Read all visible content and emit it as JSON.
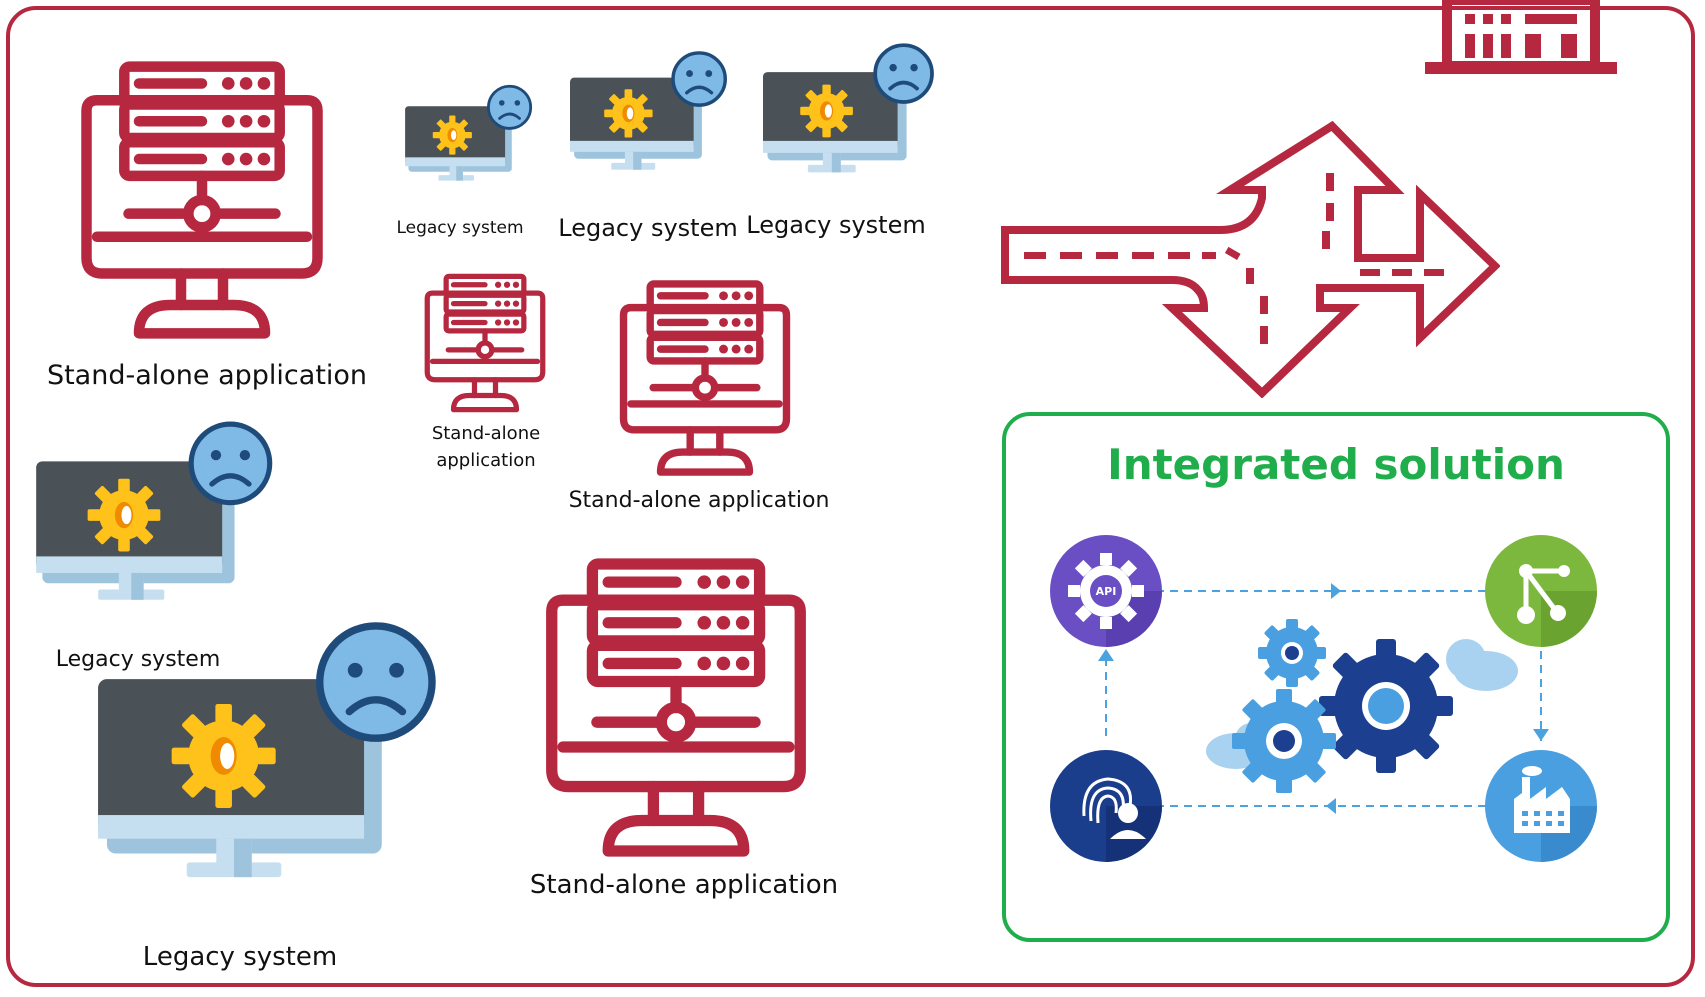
{
  "colors": {
    "brand_red": "#b5283f",
    "integrated_green": "#1fae4b",
    "face_blue": "#7fb9e6",
    "monitor_dark": "#4a5157",
    "gear_yellow": "#ffc21a",
    "gear_orange": "#f08a00",
    "stand_light": "#c6dff0"
  },
  "labels": {
    "standalone_1": "Stand-alone application",
    "standalone_2": "Stand-alone application",
    "standalone_3": "Stand-alone application",
    "standalone_small": "Stand-alone application",
    "legacy_1": "Legacy system",
    "legacy_2": "Legacy system",
    "legacy_3": "Legacy system",
    "legacy_4": "Legacy system",
    "legacy_5": "Legacy system"
  },
  "integrated": {
    "title": "Integrated solution",
    "api_badge_text": "API",
    "icons": [
      "api-gear-icon",
      "share-network-icon",
      "fingerprint-user-icon",
      "factory-icon",
      "central-gears-icon"
    ]
  },
  "icons": {
    "standalone": "server-monitor-icon",
    "legacy": "legacy-monitor-sad-icon",
    "arrow": "branching-road-arrow-icon",
    "building": "building-icon"
  }
}
